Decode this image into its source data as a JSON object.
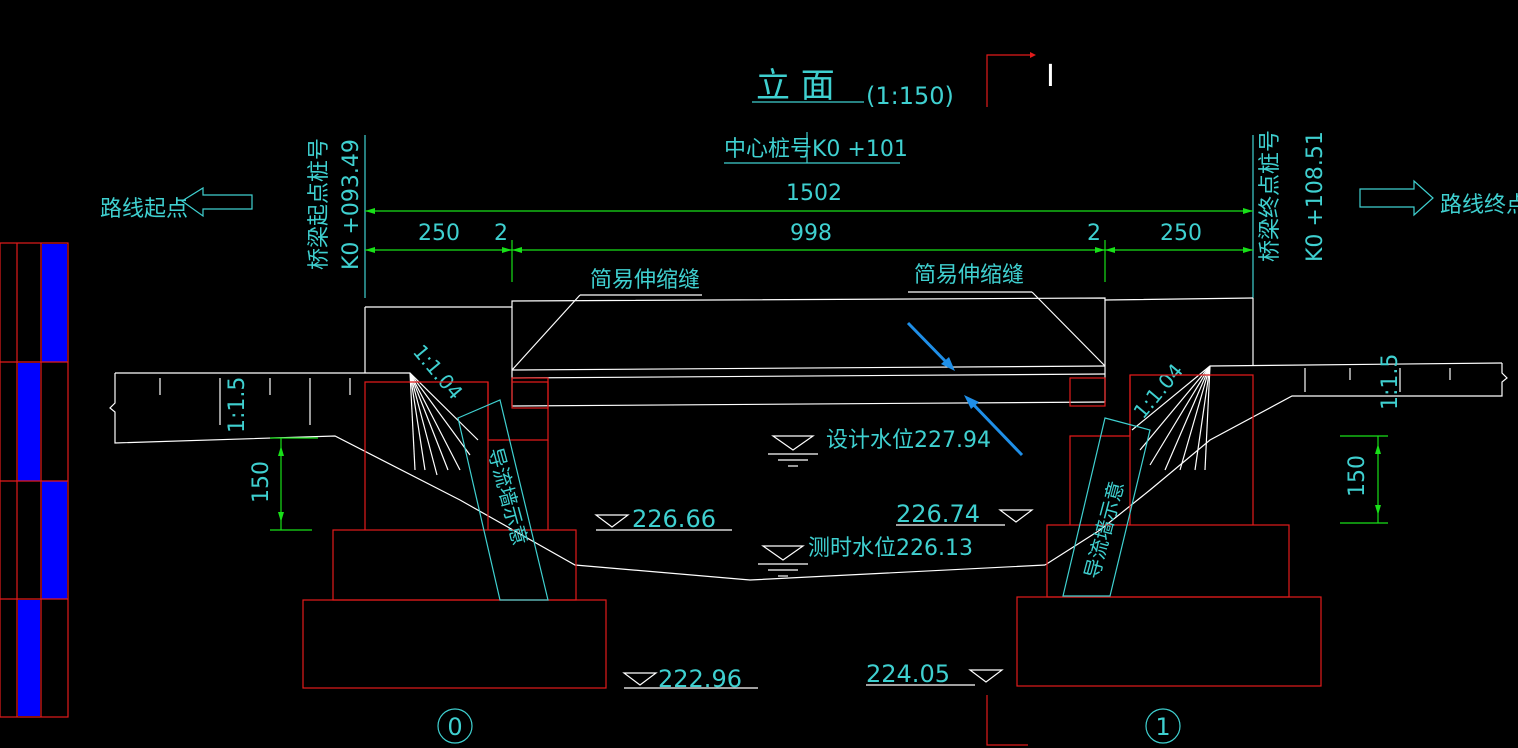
{
  "title": {
    "main": "立 面",
    "scale": "(1:150)"
  },
  "section_mark": "I",
  "center_station": {
    "label": "中心桩号",
    "value": "K0 +101"
  },
  "start": {
    "route_label": "路线起点",
    "bridge_label": "桥梁起点桩号",
    "station": "K0 +093.49"
  },
  "end": {
    "route_label": "路线终点",
    "bridge_label": "桥梁终点桩号",
    "station": "K0 +108.51"
  },
  "dimensions": {
    "total": "1502",
    "left": "250",
    "left_gap": "2",
    "span": "998",
    "right_gap": "2",
    "right": "250"
  },
  "joints": {
    "left": "简易伸缩缝",
    "right": "简易伸缩缝"
  },
  "slopes": {
    "left_cone": "1:1.04",
    "right_cone": "1:1.04",
    "left_embank": "1:1.5",
    "right_embank": "1:1.5"
  },
  "heights": {
    "left": "150",
    "right": "150"
  },
  "levels": {
    "design_water": "设计水位227.94",
    "left_bank": "226.66",
    "right_bank": "226.74",
    "survey_water": "测时水位226.13",
    "left_foundation": "222.96",
    "right_foundation": "224.05"
  },
  "guide_walls": {
    "left": "导流墙示意",
    "right": "导流墙示意"
  },
  "piers": {
    "left": "0",
    "right": "1"
  },
  "colors": {
    "background": "#000000",
    "text": "#3fd0d0",
    "line": "#ffffff",
    "structure": "#e21b1b",
    "dimension": "#18e018",
    "highlight": "#1f8fe8",
    "legend_fill": "#0000ff"
  }
}
